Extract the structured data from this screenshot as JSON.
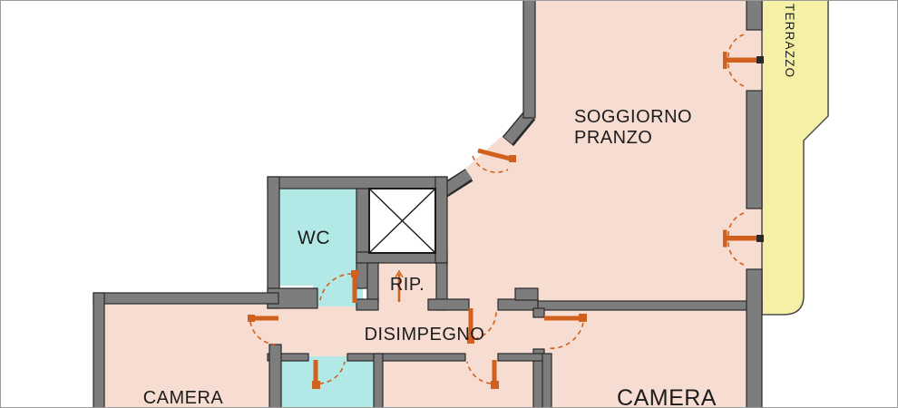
{
  "plan": {
    "type": "apartment-floor-plan",
    "rooms": {
      "soggiorno_pranzo": {
        "label_line1": "SOGGIORNO",
        "label_line2": "PRANZO"
      },
      "wc": {
        "label": "WC"
      },
      "ripostiglio": {
        "label": "RIP."
      },
      "disimpegno": {
        "label": "DISIMPEGNO"
      },
      "camera_left": {
        "label": "CAMERA"
      },
      "camera_right": {
        "label": "CAMERA"
      },
      "terrazzo": {
        "label": "TERRAZZO"
      }
    }
  },
  "colors": {
    "room_fill": "#f7ddd1",
    "wet_room_fill": "#b2e9e6",
    "terrace_fill": "#f6f0a6",
    "terrace_outline": "#4d4d4d",
    "wall_fill": "#7d7d7d",
    "wall_outline": "#2a2a2a",
    "door": "#d2601d",
    "shaft_fill": "#ffffff",
    "shaft_outline": "#1a1a1a",
    "label_text": "#1c1c1c",
    "frame": "#9a9a9a"
  }
}
